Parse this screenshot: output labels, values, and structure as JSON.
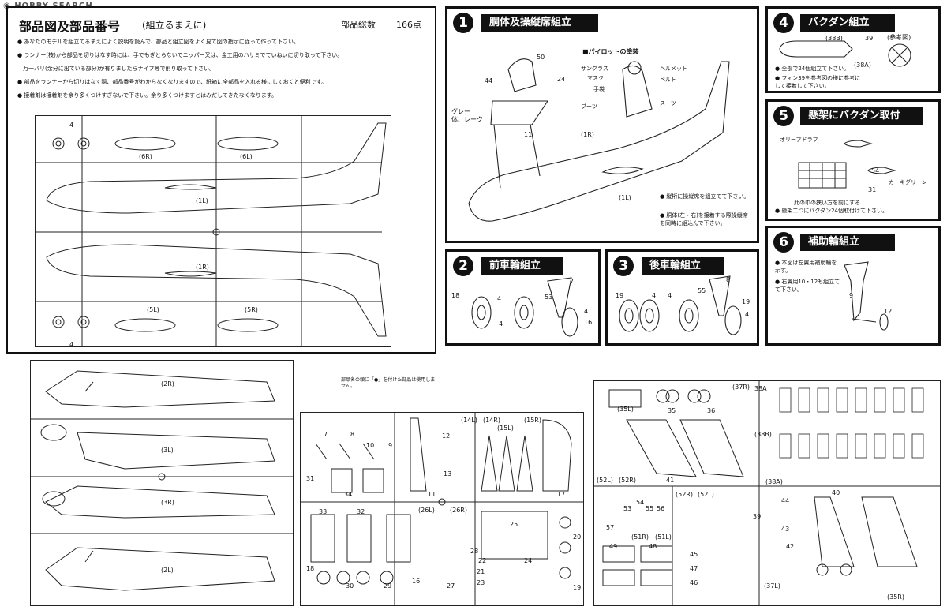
{
  "watermark": "HOBBY SEARCH",
  "header": {
    "title": "部品図及部品番号",
    "subtitle": "(組立るまえに)",
    "parts_label": "部品総数",
    "parts_count": "166点"
  },
  "instructions": [
    "あなたのモデルを組立てるまえによく説明を読んで、部品と組立図をよく見て図の指示に従って作って下さい。",
    "ランナー(枝)から部品を切りはなす時には、手でもぎとらないでニッパー又は、金工用のハサミでていねいに切り取って下さい。",
    "万一バリ(余分に出ている部分)が有りましたらナイフ等で削り取って下さい。",
    "部品をランナーから切りはなす際、部品番号がわからなくなりますので、紙箱に全部品を入れる様にしておくと便利です。",
    "接着剤は接着剤を余り多くつけすぎないで下さい。余り多くつけますとはみだしてきたなくなります。"
  ],
  "sheet_top_labels": [
    "(6R)",
    "(6L)",
    "(1L)",
    "(1R)",
    "(5L)",
    "(5R)",
    "4",
    "4"
  ],
  "sheet_wing_labels": [
    "(2R)",
    "(3L)",
    "(3R)",
    "(2L)"
  ],
  "sheet_mid": {
    "note": "部品名の頭に「●」を付けた部品は使用しません。",
    "labels": [
      "(14L)",
      "(14R)",
      "(15L)",
      "(15R)",
      "(26L)",
      "(26R)",
      "12",
      "13",
      "11",
      "17",
      "33",
      "32",
      "31",
      "34",
      "7",
      "8",
      "9",
      "10",
      "25",
      "22",
      "21",
      "23",
      "24",
      "27",
      "28",
      "18",
      "30",
      "29",
      "16",
      "20",
      "19"
    ]
  },
  "sheet_right": {
    "labels": [
      "(35L)",
      "(37R)",
      "38A",
      "(38B)",
      "(38A)",
      "(52L)",
      "(52R)",
      "41",
      "(52R)",
      "(52L)",
      "(51R)",
      "(51L)",
      "49",
      "48",
      "(37L)",
      "(35R)",
      "35",
      "36",
      "40",
      "44",
      "43",
      "42",
      "39",
      "45",
      "46",
      "47",
      "53",
      "54",
      "55",
      "56",
      "57"
    ]
  },
  "steps": [
    {
      "num": "1",
      "title": "胴体及操縦席組立",
      "pilot_title": "■パイロットの塗装",
      "pilot_labels": [
        "サングラス",
        "マスク",
        "手袋",
        "ヘルメット",
        "ベルト",
        "ブーツ",
        "スーツ"
      ],
      "labels": [
        "(1R)",
        "(1L)",
        "50",
        "44",
        "24",
        "11",
        "グレー",
        "体、レーク"
      ],
      "notes": [
        "縦桁に操縦席を組立てて下さい。",
        "胴体(左・右)を接着する際操縦席を同時に組込んで下さい。"
      ]
    },
    {
      "num": "2",
      "title": "前車輪組立",
      "labels": [
        "18",
        "4",
        "4",
        "7",
        "53",
        "16",
        "4"
      ]
    },
    {
      "num": "3",
      "title": "後車輪組立",
      "labels": [
        "19",
        "4",
        "4",
        "8",
        "55",
        "19",
        "4"
      ]
    },
    {
      "num": "4",
      "title": "バクダン組立",
      "labels": [
        "(38B)",
        "39",
        "(38A)",
        "(参考図)"
      ],
      "notes": [
        "全部で24個組立て下さい。",
        "フィン39を参考図の様に参考にして接着して下さい。"
      ]
    },
    {
      "num": "5",
      "title": "懸架にバクダン取付",
      "labels": [
        "オリーブドラブ",
        "カーキグリーン",
        "31",
        "54"
      ],
      "notes": [
        "懸架二つにバクダン24個取付けて下さい。",
        "此の巾の狭い方を前にする"
      ]
    },
    {
      "num": "6",
      "title": "補助輪組立",
      "labels": [
        "9",
        "12"
      ],
      "notes": [
        "本図は左翼用補助輪を示す。",
        "右翼用10・12も組立てて下さい。"
      ]
    }
  ]
}
